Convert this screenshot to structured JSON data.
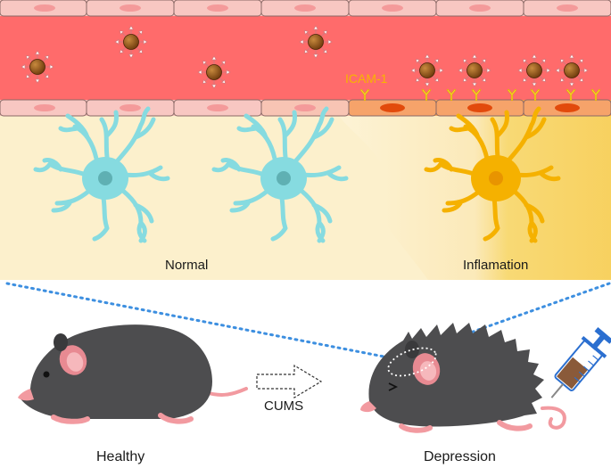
{
  "labels": {
    "normal": "Normal",
    "inflammation": "Inflamation",
    "icam": "ICAM-1",
    "cums": "CUMS",
    "healthy": "Healthy",
    "depression": "Depression"
  },
  "colors": {
    "vessel": "#ff6b6b",
    "endothelial_cell": "#f8c7c2",
    "endothelial_nucleus": "#f49a9a",
    "inflamed_nucleus": "#e24a0c",
    "microglia_resting": "#86dbe0",
    "microglia_activated": "#f5b100",
    "tissue_normal": "#fbefc8",
    "tissue_inflamed": "#f8d46a",
    "leukocyte": "#8a4a12",
    "icam_receptor": "#f0c000",
    "mouse_body": "#4d4d4f",
    "mouse_pink": "#f29aa0",
    "dotted_line": "#3d8fe0"
  },
  "icons": [
    "leukocyte-icon",
    "icam-receptor-icon",
    "microglia-icon",
    "mouse-icon",
    "syringe-icon",
    "arrow-icon"
  ]
}
